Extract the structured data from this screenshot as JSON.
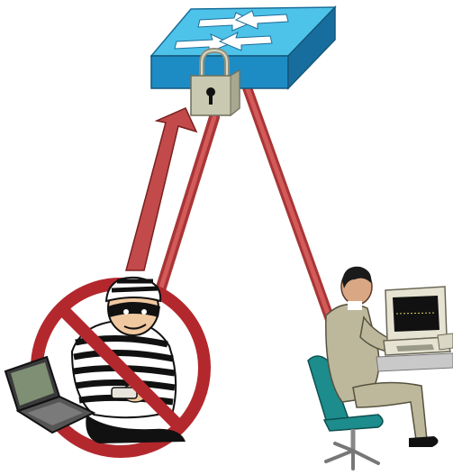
{
  "diagram": {
    "nodes": [
      {
        "id": "switch",
        "icon": "network-switch-icon",
        "state": "port-locked"
      },
      {
        "id": "blocked-attacker",
        "icon": "thief-with-laptop-icon",
        "state": "blocked"
      },
      {
        "id": "authorized-user",
        "icon": "user-at-workstation-icon",
        "state": "connected"
      }
    ],
    "links": [
      {
        "from": "authorized-user",
        "to": "switch",
        "style": "line"
      },
      {
        "from": "blocked-attacker",
        "to": "switch",
        "style": "arrow"
      }
    ],
    "colors": {
      "link": "#C24A4A",
      "switch_top": "#4EC3EA",
      "switch_side": "#1E8CC4",
      "prohibition": "#B3282D",
      "padlock": "#C8C9B0"
    }
  }
}
